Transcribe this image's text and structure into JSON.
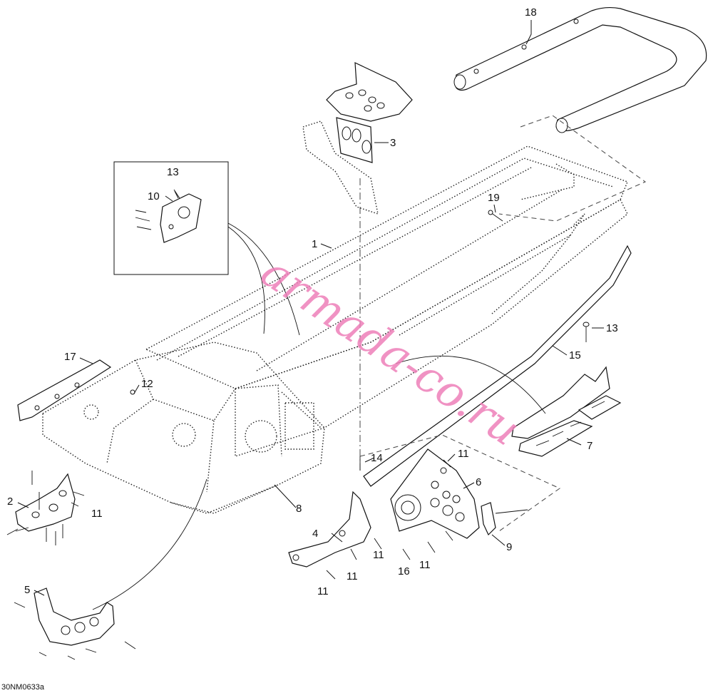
{
  "figure_id": "30NM0633a",
  "watermark": "armada-co.ru",
  "callouts": {
    "c1": "1",
    "c2": "2",
    "c3": "3",
    "c4": "4",
    "c5": "5",
    "c6": "6",
    "c7": "7",
    "c8": "8",
    "c9": "9",
    "c10": "10",
    "c11": "11",
    "c12": "12",
    "c13": "13",
    "c14": "14",
    "c15": "15",
    "c16": "16",
    "c17": "17",
    "c18": "18",
    "c19": "19"
  }
}
